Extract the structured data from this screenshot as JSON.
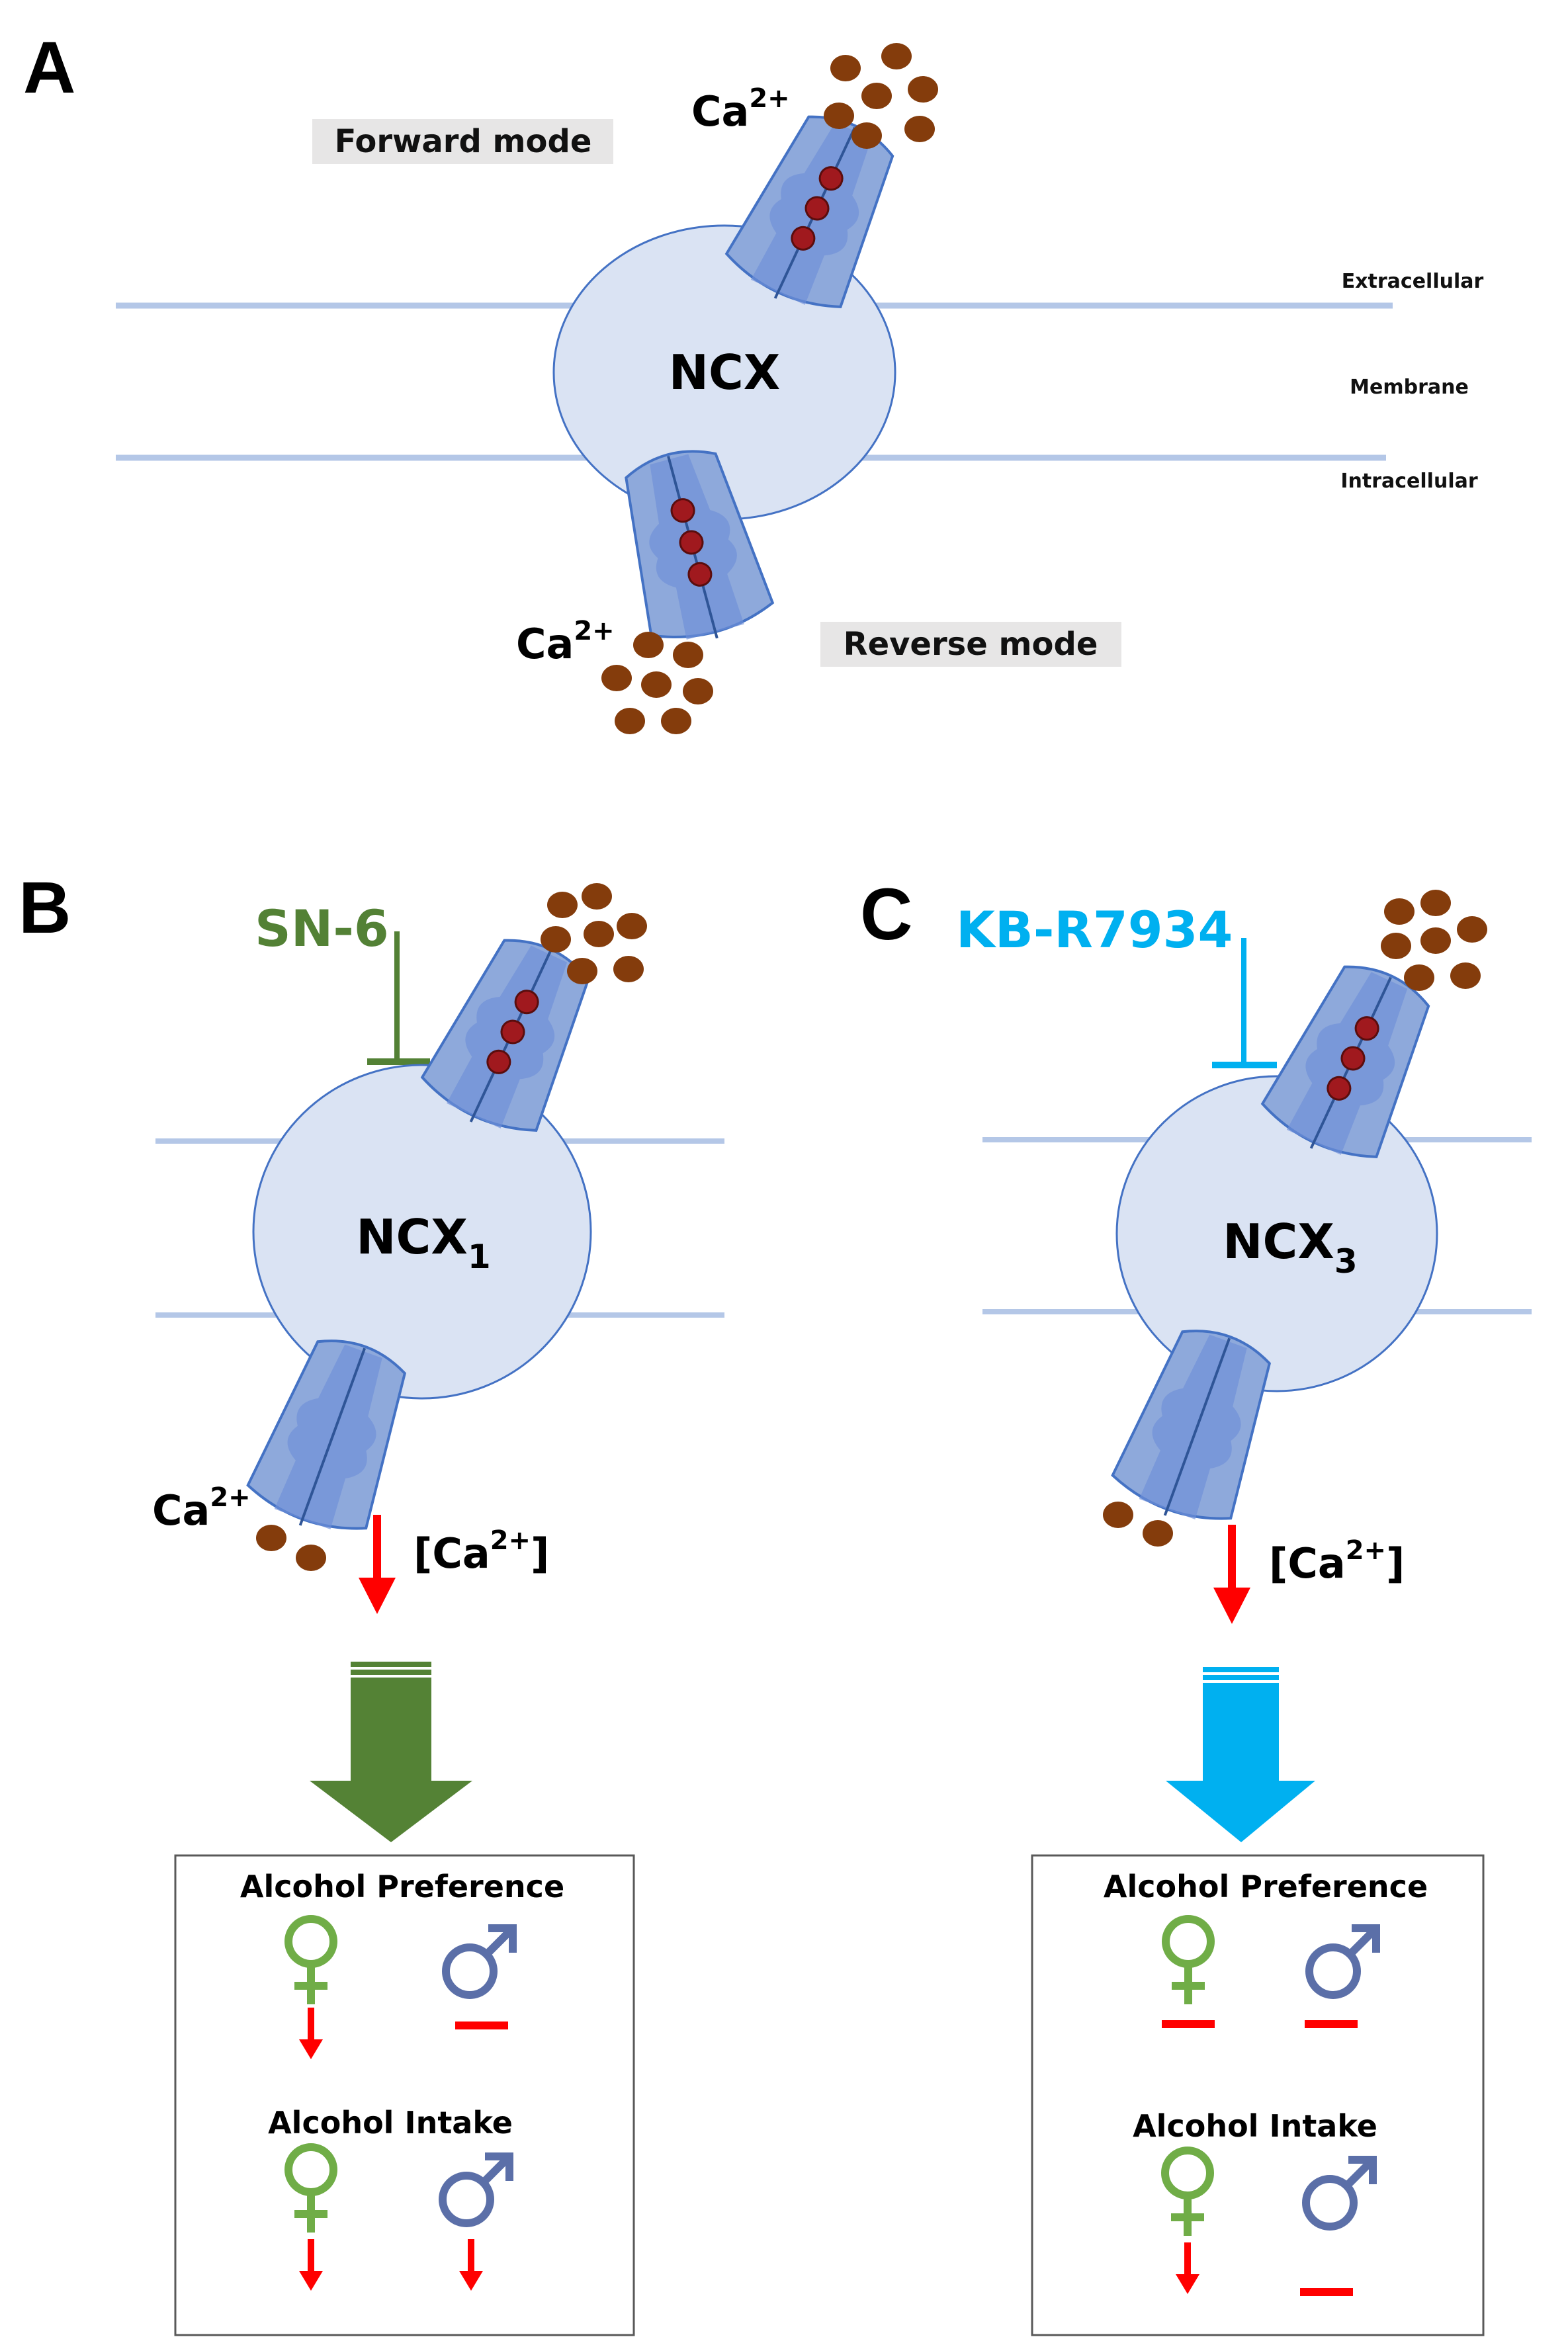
{
  "panel_labels": [
    "A",
    "B",
    "C"
  ],
  "panel_a": {
    "forward_mode": "Forward mode",
    "reverse_mode": "Reverse mode",
    "ncx": "NCX",
    "extracellular": "Extracellular",
    "membrane": "Membrane",
    "intracellular": "Intracellular",
    "ca_base": "Ca",
    "ca_sup": "2+"
  },
  "panel_b": {
    "inhibitor": "SN-6",
    "inhibitor_color": "#538135",
    "ncx_base": "NCX",
    "ncx_sub": "1",
    "ca_base": "Ca",
    "ca_sup": "2+",
    "conc_open": "[Ca",
    "conc_sup": "2+",
    "conc_close": "]",
    "arrow_color": "#548235",
    "box_pref_title": "Alcohol Preference",
    "box_intake_title": "Alcohol Intake",
    "effects": {
      "pref_female": "down",
      "pref_male": "none",
      "intake_female": "down",
      "intake_male": "down"
    }
  },
  "panel_c": {
    "inhibitor": "KB-R7934",
    "inhibitor_color": "#00B0F0",
    "ncx_base": "NCX",
    "ncx_sub": "3",
    "conc_open": "[Ca",
    "conc_sup": "2+",
    "conc_close": "]",
    "arrow_color": "#00B0F0",
    "box_pref_title": "Alcohol Preference",
    "box_intake_title": "Alcohol Intake",
    "effects": {
      "pref_female": "none",
      "pref_male": "none",
      "intake_female": "down",
      "intake_male": "none"
    }
  },
  "colors": {
    "membrane": "#B4C7E7",
    "ncx_fill": "#DAE3F3",
    "ncx_stroke": "#4472C4",
    "ion": "#843C0C",
    "female": "#70AD47",
    "male": "#5B6FA8",
    "effect_red": "#FF0000"
  }
}
